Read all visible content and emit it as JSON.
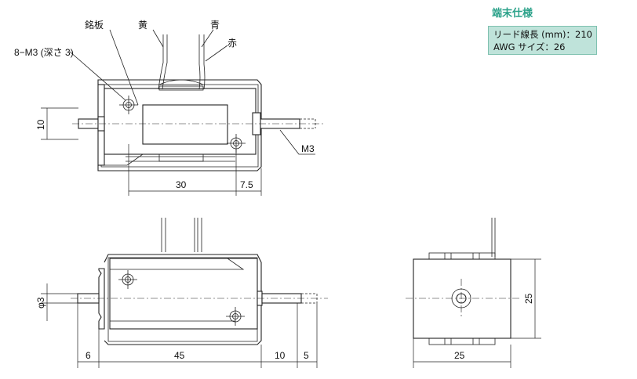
{
  "spec": {
    "title": "端末仕様",
    "lines": [
      "リード線長 (mm)：210",
      "AWG サイズ：26"
    ]
  },
  "top_view": {
    "labels": {
      "nameplate": "銘板",
      "yellow": "黄",
      "blue": "青",
      "red": "赤",
      "screw_holes": "8−M3 (深さ 3)",
      "thread": "M3"
    },
    "dims": {
      "height": "10",
      "body_length": "30",
      "shaft_offset": "7.5"
    }
  },
  "front_view": {
    "dims": {
      "shaft_dia": "φ3",
      "left_shaft": "6",
      "body_length": "45",
      "right_shaft": "10",
      "right_end": "5"
    }
  },
  "side_view": {
    "dims": {
      "height": "25",
      "width": "25"
    }
  }
}
